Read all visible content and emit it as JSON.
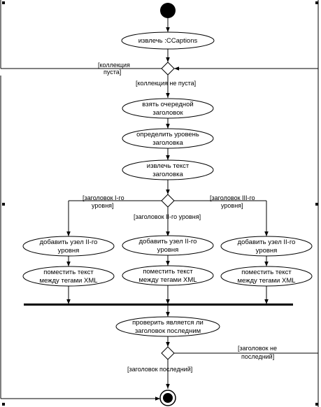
{
  "diagram": {
    "actions": {
      "extract_captions": [
        "извлечь :CCaptions"
      ],
      "take_next": [
        "взять очередной",
        "заголовок"
      ],
      "determine_level": [
        "определить уровень",
        "заголовка"
      ],
      "extract_text": [
        "извлечь текст",
        "заголовка"
      ],
      "add_node_1": [
        "добавить узел II-го",
        "уровня"
      ],
      "add_node_2": [
        "добавить узел II-го",
        "уровня"
      ],
      "add_node_3": [
        "добавить узел II-го",
        "уровня"
      ],
      "place_text_1": [
        "поместить текст",
        "между тегами XML"
      ],
      "place_text_2": [
        "поместить текст",
        "между тегами XML"
      ],
      "place_text_3": [
        "поместить текст",
        "между тегами XML"
      ],
      "check_last": [
        "проверить является ли",
        "заголовок последним"
      ]
    },
    "guards": {
      "collection_empty": [
        "[коллекция",
        "пуста]"
      ],
      "collection_not_empty": [
        "[коллекция не пуста]"
      ],
      "heading_level_1": [
        "[заголовок I-го",
        "уровня]"
      ],
      "heading_level_2": [
        "[заголовок II-го уровня]"
      ],
      "heading_level_3": [
        "[заголовок III-го",
        "уровня]"
      ],
      "heading_not_last": [
        "[заголовок не",
        "последний]"
      ],
      "heading_last": [
        "[заголовок последний]"
      ]
    }
  }
}
